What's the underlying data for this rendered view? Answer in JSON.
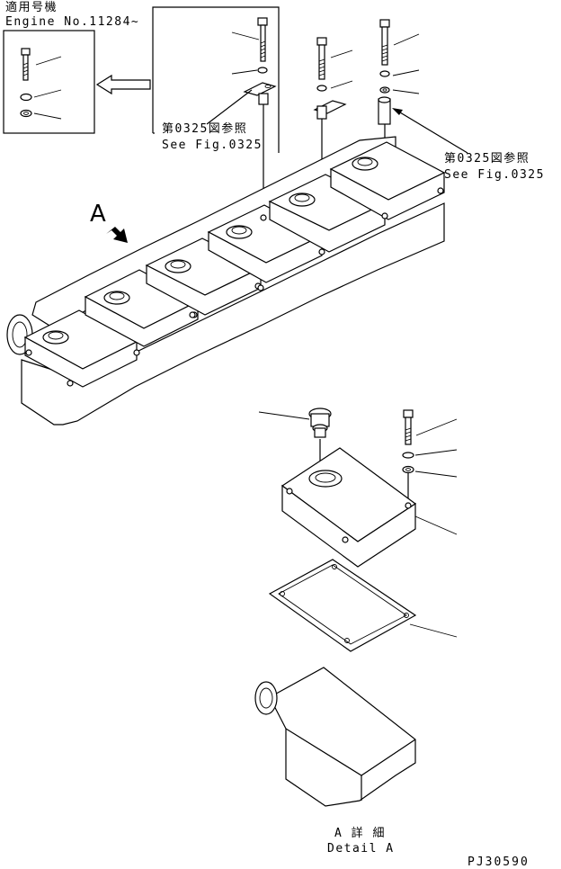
{
  "inset_left": {
    "applicable_jp": "適用号機",
    "engine_no": "Engine No.11284~"
  },
  "callouts": {
    "ref_jp_1": "第0325図参照",
    "ref_en_1": "See Fig.0325",
    "ref_jp_2": "第0325図参照",
    "ref_en_2": "See Fig.0325"
  },
  "view_marker": "A",
  "detail": {
    "jp": "A 詳 細",
    "en": "Detail A"
  },
  "drawing_code": "PJ30590"
}
